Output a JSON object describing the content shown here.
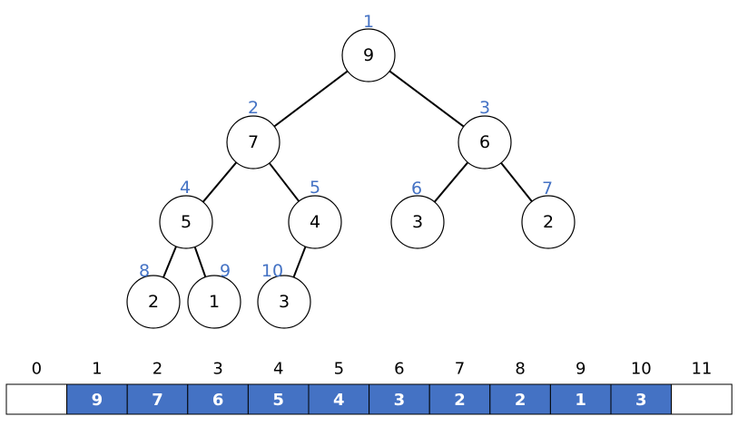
{
  "colors": {
    "filled_cell": "#4472c4",
    "empty_cell": "#ffffff",
    "index_label": "#4472c4",
    "outline": "#000000"
  },
  "heap": {
    "nodes": [
      {
        "index": "1",
        "value": "9"
      },
      {
        "index": "2",
        "value": "7"
      },
      {
        "index": "3",
        "value": "6"
      },
      {
        "index": "4",
        "value": "5"
      },
      {
        "index": "5",
        "value": "4"
      },
      {
        "index": "6",
        "value": "3"
      },
      {
        "index": "7",
        "value": "2"
      },
      {
        "index": "8",
        "value": "2"
      },
      {
        "index": "9",
        "value": "1"
      },
      {
        "index": "10",
        "value": "3"
      }
    ],
    "edges": [
      [
        "1",
        "2"
      ],
      [
        "1",
        "3"
      ],
      [
        "2",
        "4"
      ],
      [
        "2",
        "5"
      ],
      [
        "3",
        "6"
      ],
      [
        "3",
        "7"
      ],
      [
        "4",
        "8"
      ],
      [
        "4",
        "9"
      ],
      [
        "5",
        "10"
      ]
    ]
  },
  "array": {
    "cells": [
      {
        "index": "0",
        "value": ""
      },
      {
        "index": "1",
        "value": "9"
      },
      {
        "index": "2",
        "value": "7"
      },
      {
        "index": "3",
        "value": "6"
      },
      {
        "index": "4",
        "value": "5"
      },
      {
        "index": "5",
        "value": "4"
      },
      {
        "index": "6",
        "value": "3"
      },
      {
        "index": "7",
        "value": "2"
      },
      {
        "index": "8",
        "value": "2"
      },
      {
        "index": "9",
        "value": "1"
      },
      {
        "index": "10",
        "value": "3"
      },
      {
        "index": "11",
        "value": ""
      }
    ]
  }
}
